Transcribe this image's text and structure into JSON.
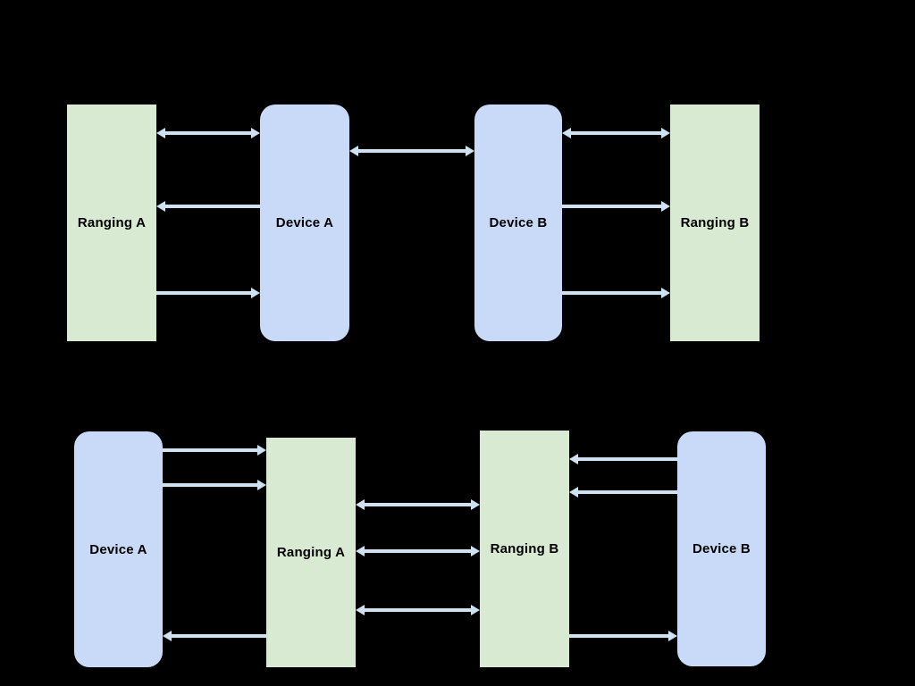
{
  "colors": {
    "background": "#000000",
    "device_box_fill": "#c9daf8",
    "ranging_box_fill": "#d9ead3",
    "arrow": "#cfe2f3",
    "label_text": "#000000"
  },
  "top_diagram": {
    "nodes": [
      {
        "label": "Ranging A",
        "type": "ranging"
      },
      {
        "label": "Device A",
        "type": "device"
      },
      {
        "label": "Device B",
        "type": "device"
      },
      {
        "label": "Ranging B",
        "type": "ranging"
      }
    ],
    "edges": [
      {
        "from": "Ranging A",
        "to": "Device A",
        "direction": "both"
      },
      {
        "from": "Device A",
        "to": "Device B",
        "direction": "both"
      },
      {
        "from": "Device B",
        "to": "Ranging B",
        "direction": "both"
      },
      {
        "from": "Device A",
        "to": "Ranging A",
        "direction": "forward"
      },
      {
        "from": "Device B",
        "to": "Ranging B",
        "direction": "forward"
      },
      {
        "from": "Ranging A",
        "to": "Device A",
        "direction": "forward"
      },
      {
        "from": "Device B",
        "to": "Ranging B",
        "direction": "forward"
      }
    ]
  },
  "bottom_diagram": {
    "nodes": [
      {
        "label": "Device A",
        "type": "device"
      },
      {
        "label": "Ranging A",
        "type": "ranging"
      },
      {
        "label": "Ranging B",
        "type": "ranging"
      },
      {
        "label": "Device B",
        "type": "device"
      }
    ],
    "edges": [
      {
        "from": "Device A",
        "to": "Ranging A",
        "direction": "forward"
      },
      {
        "from": "Device A",
        "to": "Ranging A",
        "direction": "forward"
      },
      {
        "from": "Ranging A",
        "to": "Device A",
        "direction": "forward"
      },
      {
        "from": "Ranging A",
        "to": "Ranging B",
        "direction": "both"
      },
      {
        "from": "Ranging A",
        "to": "Ranging B",
        "direction": "both"
      },
      {
        "from": "Ranging A",
        "to": "Ranging B",
        "direction": "both"
      },
      {
        "from": "Device B",
        "to": "Ranging B",
        "direction": "forward"
      },
      {
        "from": "Device B",
        "to": "Ranging B",
        "direction": "forward"
      },
      {
        "from": "Ranging B",
        "to": "Device B",
        "direction": "forward"
      }
    ]
  }
}
